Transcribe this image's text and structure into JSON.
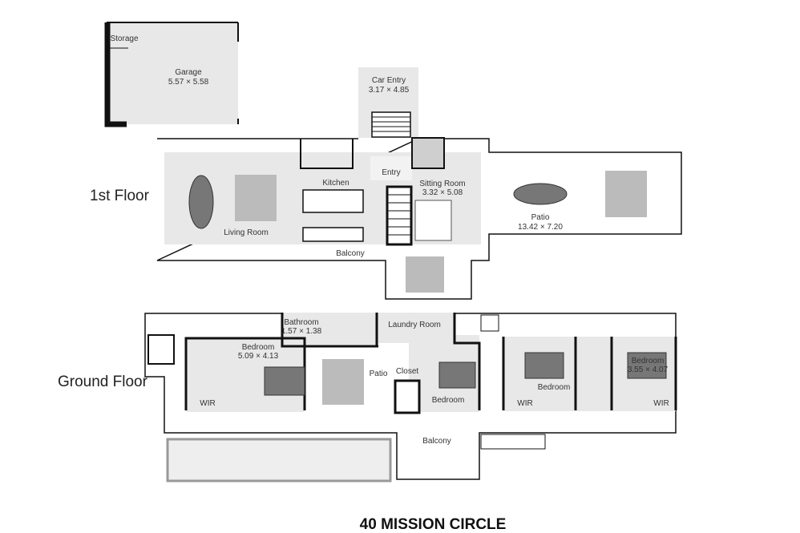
{
  "title": "40 MISSION CIRCLE",
  "floors": {
    "first": "1st Floor",
    "ground": "Ground Floor"
  },
  "first_floor_rooms": {
    "storage": "Storage",
    "garage": "Garage",
    "garage_dim": "5.57 × 5.58",
    "car_entry": "Car Entry",
    "car_entry_dim": "3.17 × 4.85",
    "kitchen": "Kitchen",
    "entry": "Entry",
    "sitting_room": "Sitting Room",
    "sitting_room_dim": "3.32 × 5.08",
    "living_room": "Living Room",
    "patio": "Patio",
    "patio_dim": "13.42 × 7.20",
    "balcony": "Balcony"
  },
  "ground_floor_rooms": {
    "bathroom": "Bathroom",
    "bathroom_dim": "1.57 × 1.38",
    "laundry": "Laundry Room",
    "bedroom1": "Bedroom",
    "bedroom1_dim": "5.09 × 4.13",
    "wir1": "WIR",
    "patio": "Patio",
    "closet": "Closet",
    "bedroom2": "Bedroom",
    "bedroom3": "Bedroom",
    "wir2": "WIR",
    "bedroom4": "Bedroom",
    "bedroom4_dim": "3.55 × 4.07",
    "wir3": "WIR",
    "balcony": "Balcony"
  },
  "colors": {
    "wall": "#111111",
    "room": "#e8e8e8",
    "furniture": "#777777"
  }
}
